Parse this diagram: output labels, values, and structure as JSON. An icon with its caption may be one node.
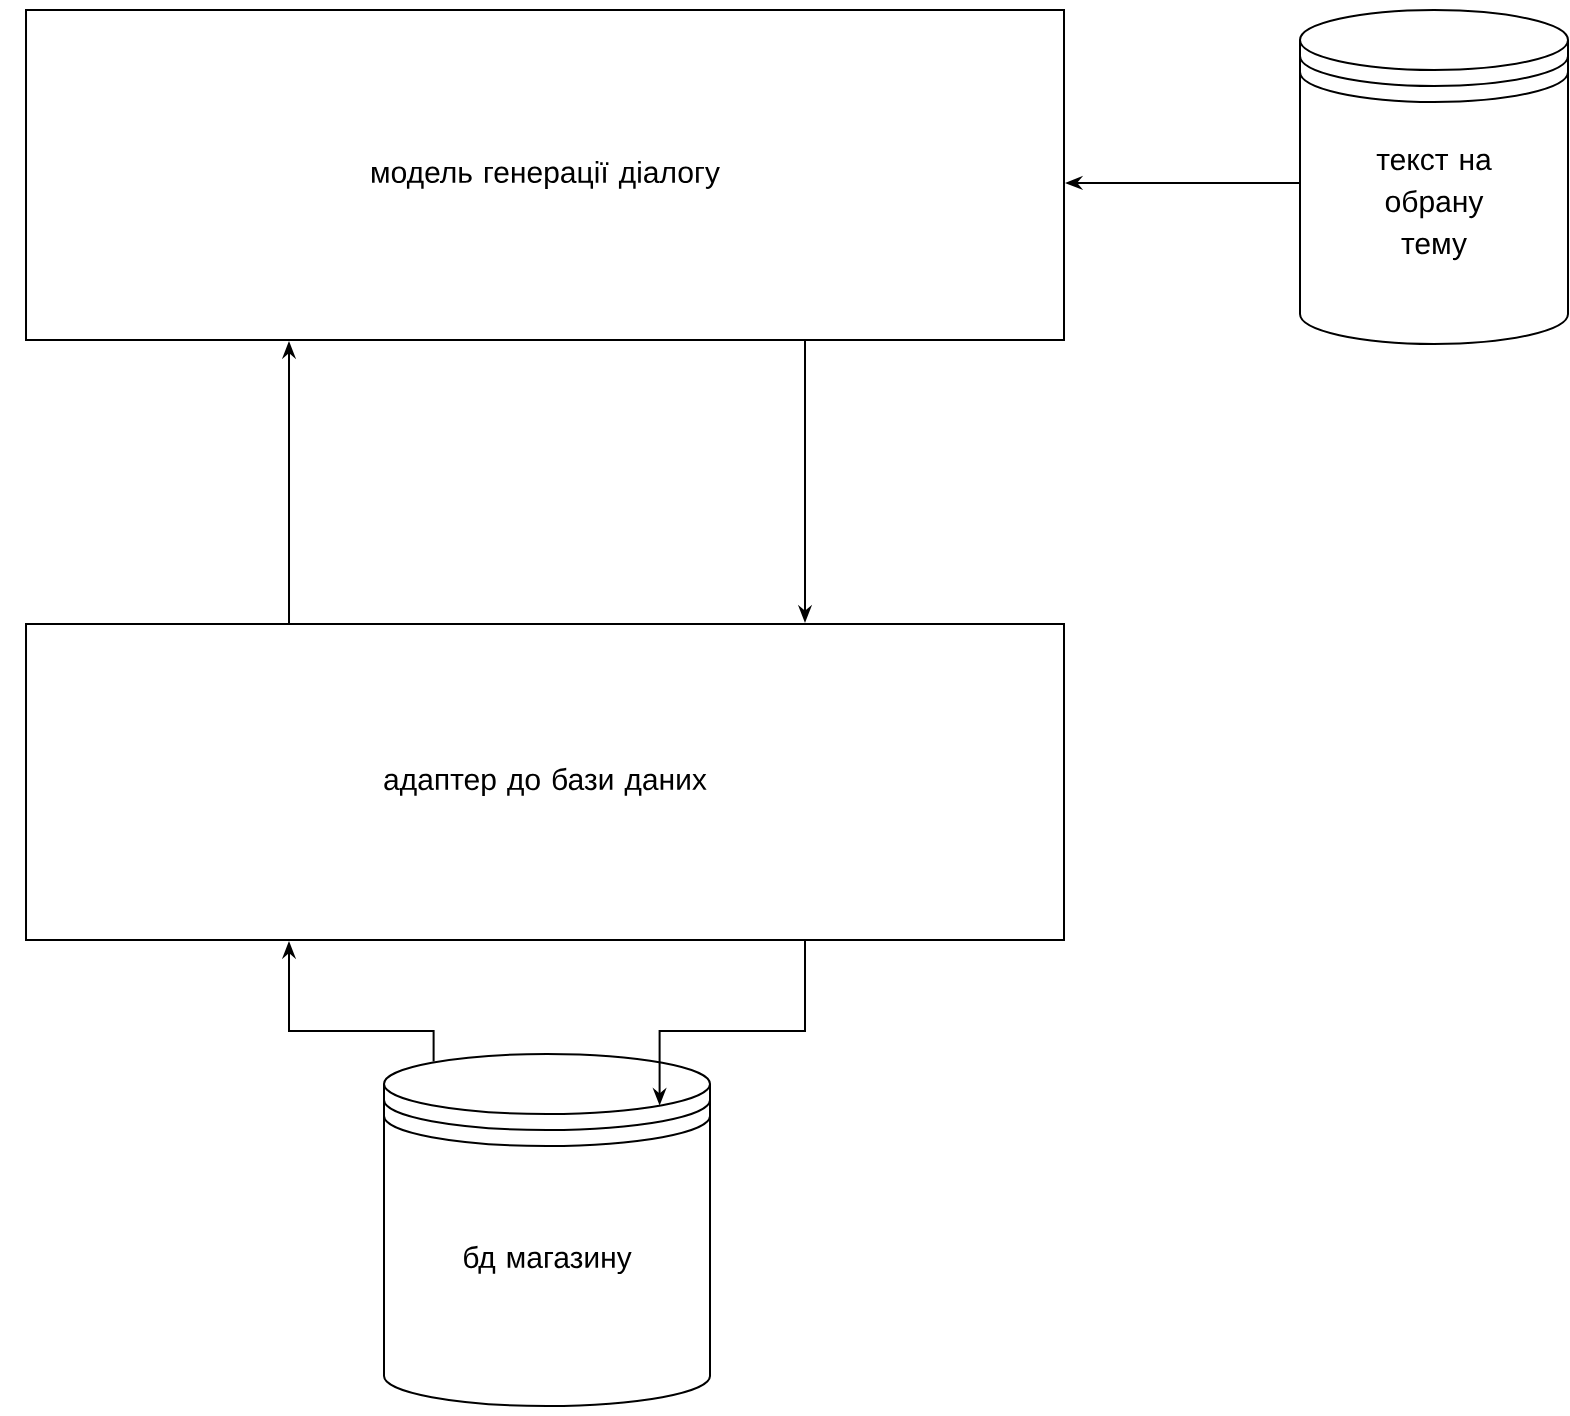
{
  "diagram": {
    "nodes": [
      {
        "text": [
          "модель генерації діалогу"
        ]
      },
      {
        "text": [
          "текст на обрану тему"
        ]
      },
      {
        "text": [
          "адаптер до бази даних"
        ]
      },
      {
        "text": [
          "бд магазину"
        ]
      }
    ],
    "edges": [
      {
        "from": 1,
        "to": 0,
        "arrow": "to"
      },
      {
        "from": 0,
        "to": 2,
        "arrow": "to"
      },
      {
        "from": 2,
        "to": 0,
        "arrow": "to"
      },
      {
        "from": 2,
        "to": 3,
        "arrow": "to"
      },
      {
        "from": 3,
        "to": 2,
        "arrow": "to"
      }
    ]
  }
}
